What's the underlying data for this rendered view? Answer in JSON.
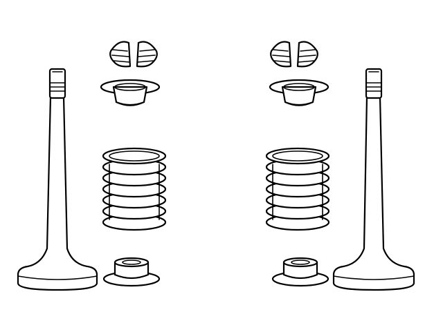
{
  "figure": {
    "description_free": true,
    "colors": {
      "line": "#000000",
      "background": "#ffffff"
    },
    "assemblies": [
      {
        "side": "left",
        "parts": [
          "valve",
          "keepers",
          "retainer",
          "spring",
          "spring-seat"
        ]
      },
      {
        "side": "right",
        "parts": [
          "valve",
          "keepers",
          "retainer",
          "spring",
          "spring-seat"
        ]
      }
    ]
  }
}
